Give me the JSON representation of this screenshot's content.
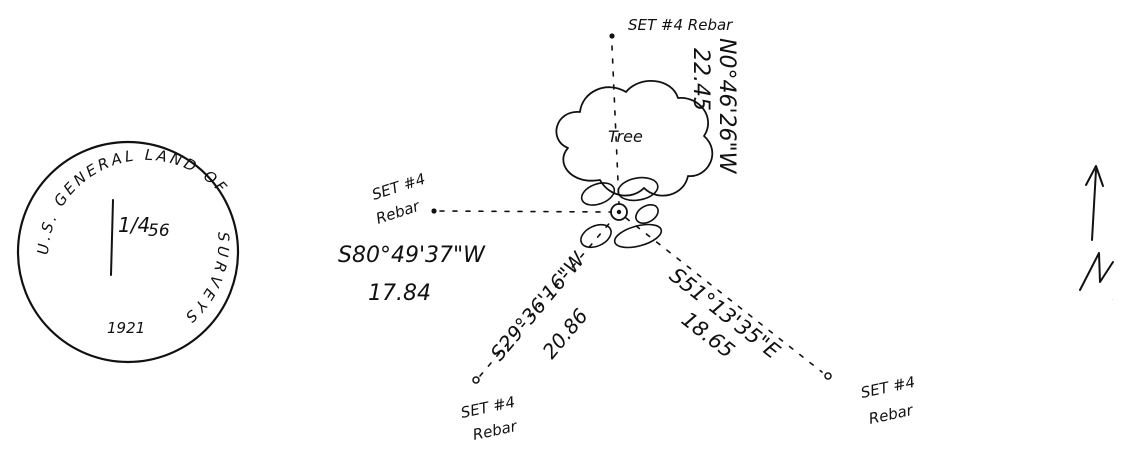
{
  "seal": {
    "arc_top": "U.S. GENERAL LAND OFFICE",
    "arc_right": "SURVEYS",
    "fraction": "1/4",
    "section": "56",
    "year": "1921"
  },
  "corner": {
    "tree_label": "Tree"
  },
  "witness_north": {
    "monument": "SET #4 Rebar",
    "bearing": "N0°46'26\"W",
    "distance": "22.45"
  },
  "witness_west": {
    "monument_line1": "SET #4",
    "monument_line2": "Rebar",
    "bearing": "S80°49'37\"W",
    "distance": "17.84"
  },
  "witness_southwest": {
    "monument_line1": "SET #4",
    "monument_line2": "Rebar",
    "bearing": "S29°36'16\"W",
    "distance": "20.86"
  },
  "witness_southeast": {
    "monument_line1": "SET #4",
    "monument_line2": "Rebar",
    "bearing": "S51°13'35\"E",
    "distance": "18.65"
  },
  "north_arrow": {
    "letter": "N"
  }
}
